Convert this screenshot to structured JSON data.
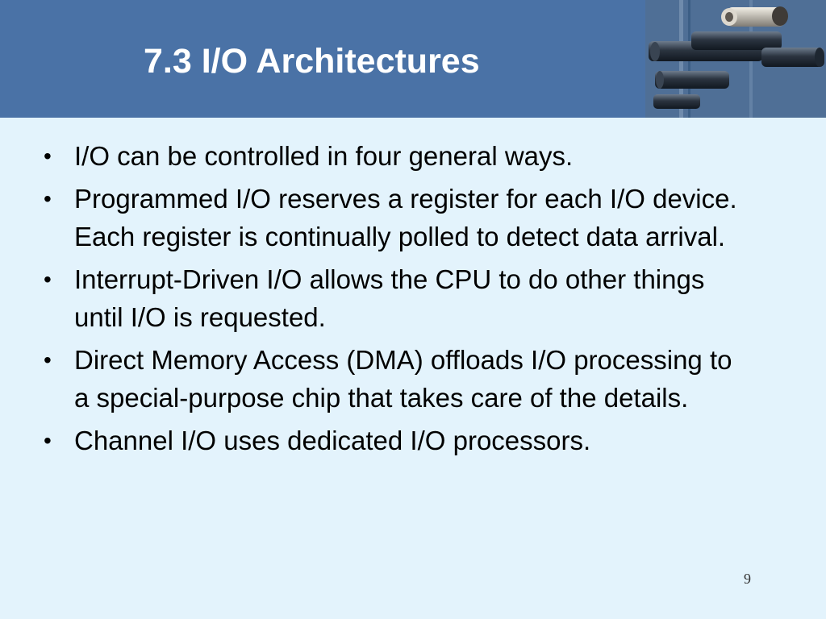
{
  "slide": {
    "title": "7.3 I/O Architectures",
    "bullets": [
      "I/O can be controlled in four general ways.",
      "Programmed I/O reserves a register for each I/O device.  Each register is continually polled to detect data arrival.",
      "Interrupt-Driven I/O allows the CPU to do other things until I/O is requested.",
      "Direct Memory Access (DMA) offloads I/O processing to a special-purpose chip that takes care of the details.",
      "Channel I/O uses dedicated I/O processors."
    ],
    "page_number": "9"
  },
  "colors": {
    "header_background": "#4a72a6",
    "slide_background": "#e3f3fc",
    "title_text": "#ffffff",
    "body_text": "#000000"
  },
  "icons": {
    "header_art": "pipes-decoration-icon",
    "bullet": "bullet-dot-icon"
  }
}
